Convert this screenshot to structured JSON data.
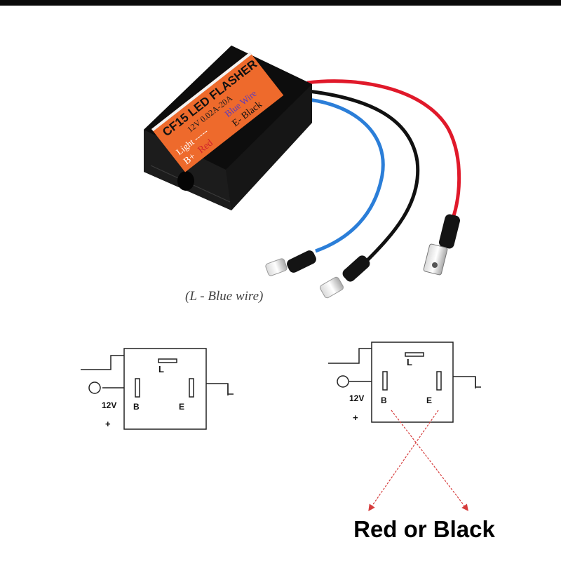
{
  "device": {
    "title": "CF15 LED FLASHER",
    "rating": "12V 0.02A-20A",
    "light_label": "Light -----",
    "light_wire": "Blue Wire",
    "bplus_label": "B+",
    "bplus_wire": "Red",
    "eminus_label": "E- Black"
  },
  "caption": "(L - Blue wire)",
  "diagram_left": {
    "pin_l": "L",
    "pin_b": "B",
    "pin_e": "E",
    "voltage": "12V",
    "plus": "+"
  },
  "diagram_right": {
    "pin_l": "L",
    "pin_b": "B",
    "pin_e": "E",
    "voltage": "12V",
    "plus": "+"
  },
  "bottom_caption": "Red or Black",
  "colors": {
    "label_orange": "#ee6a2c",
    "wire_red": "#e0192a",
    "wire_blue": "#2b7ed8",
    "wire_black": "#111111",
    "arrow_red": "#d63c3c"
  }
}
